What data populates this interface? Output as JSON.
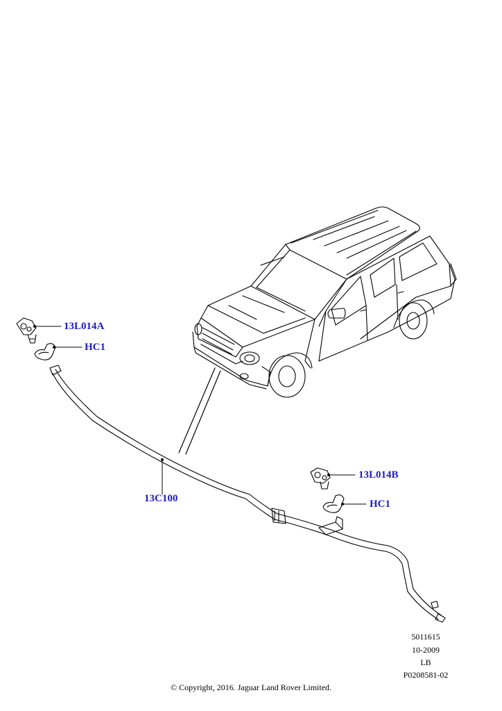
{
  "callouts": {
    "part_13L014A": "13L014A",
    "clip_hc1_upper": "HC1",
    "hose_13C100": "13C100",
    "part_13L014B": "13L014B",
    "clip_hc1_lower": "HC1"
  },
  "callout_color": "#1a1acc",
  "reference": {
    "line1": "5011615",
    "line2": "10-2009",
    "line3": "LB",
    "line4": "P0208581-02"
  },
  "copyright": "© Copyright, 2016. Jaguar Land Rover Limited.",
  "icons": [
    "vehicle-illustration",
    "washer-jet-icon",
    "hose-clip-icon",
    "washer-hose-icon"
  ]
}
